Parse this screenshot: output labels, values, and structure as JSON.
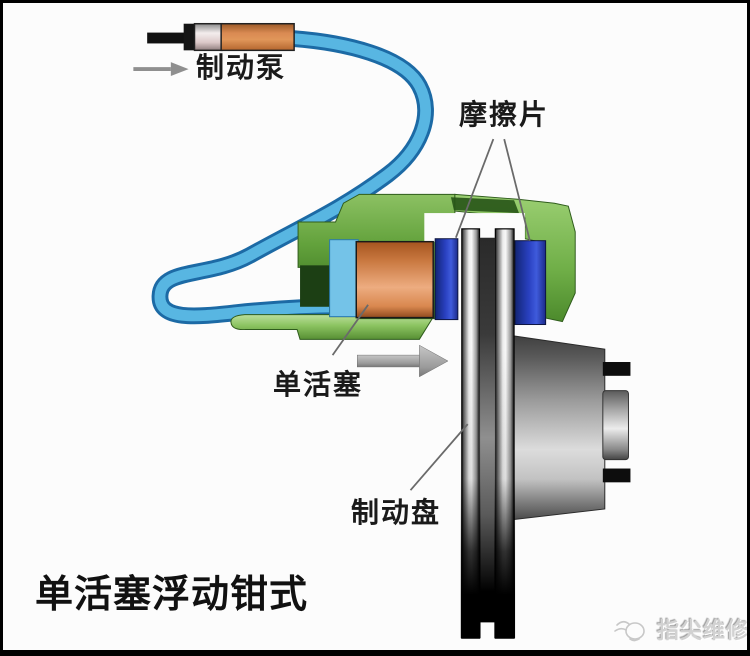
{
  "title": {
    "text": "单活塞浮动钳式"
  },
  "labels": {
    "brake_pump": "制动泵",
    "friction_pads": "摩擦片",
    "single_piston": "单活塞",
    "brake_disc": "制动盘"
  },
  "watermark": {
    "text": "指尖维修",
    "logo": "hand-sketch-icon"
  },
  "colors": {
    "background": "#fcfcfc",
    "border": "#000000",
    "hose_blue": "#58b6e2",
    "hose_outline": "#1c6aa5",
    "fluid_cyan": "#74c3e8",
    "caliper_green": "#63a23c",
    "caliper_dark_green": "#1c3f14",
    "piston_orange": "#d98a52",
    "pad_blue": "#2940c0",
    "disc_gray": "#ececec",
    "hub_gray": "#bfbfbf",
    "arrow_gray": "#8f8f8f",
    "label_text": "#1a1a1a",
    "watermark_gray": "#d2d2d2"
  }
}
